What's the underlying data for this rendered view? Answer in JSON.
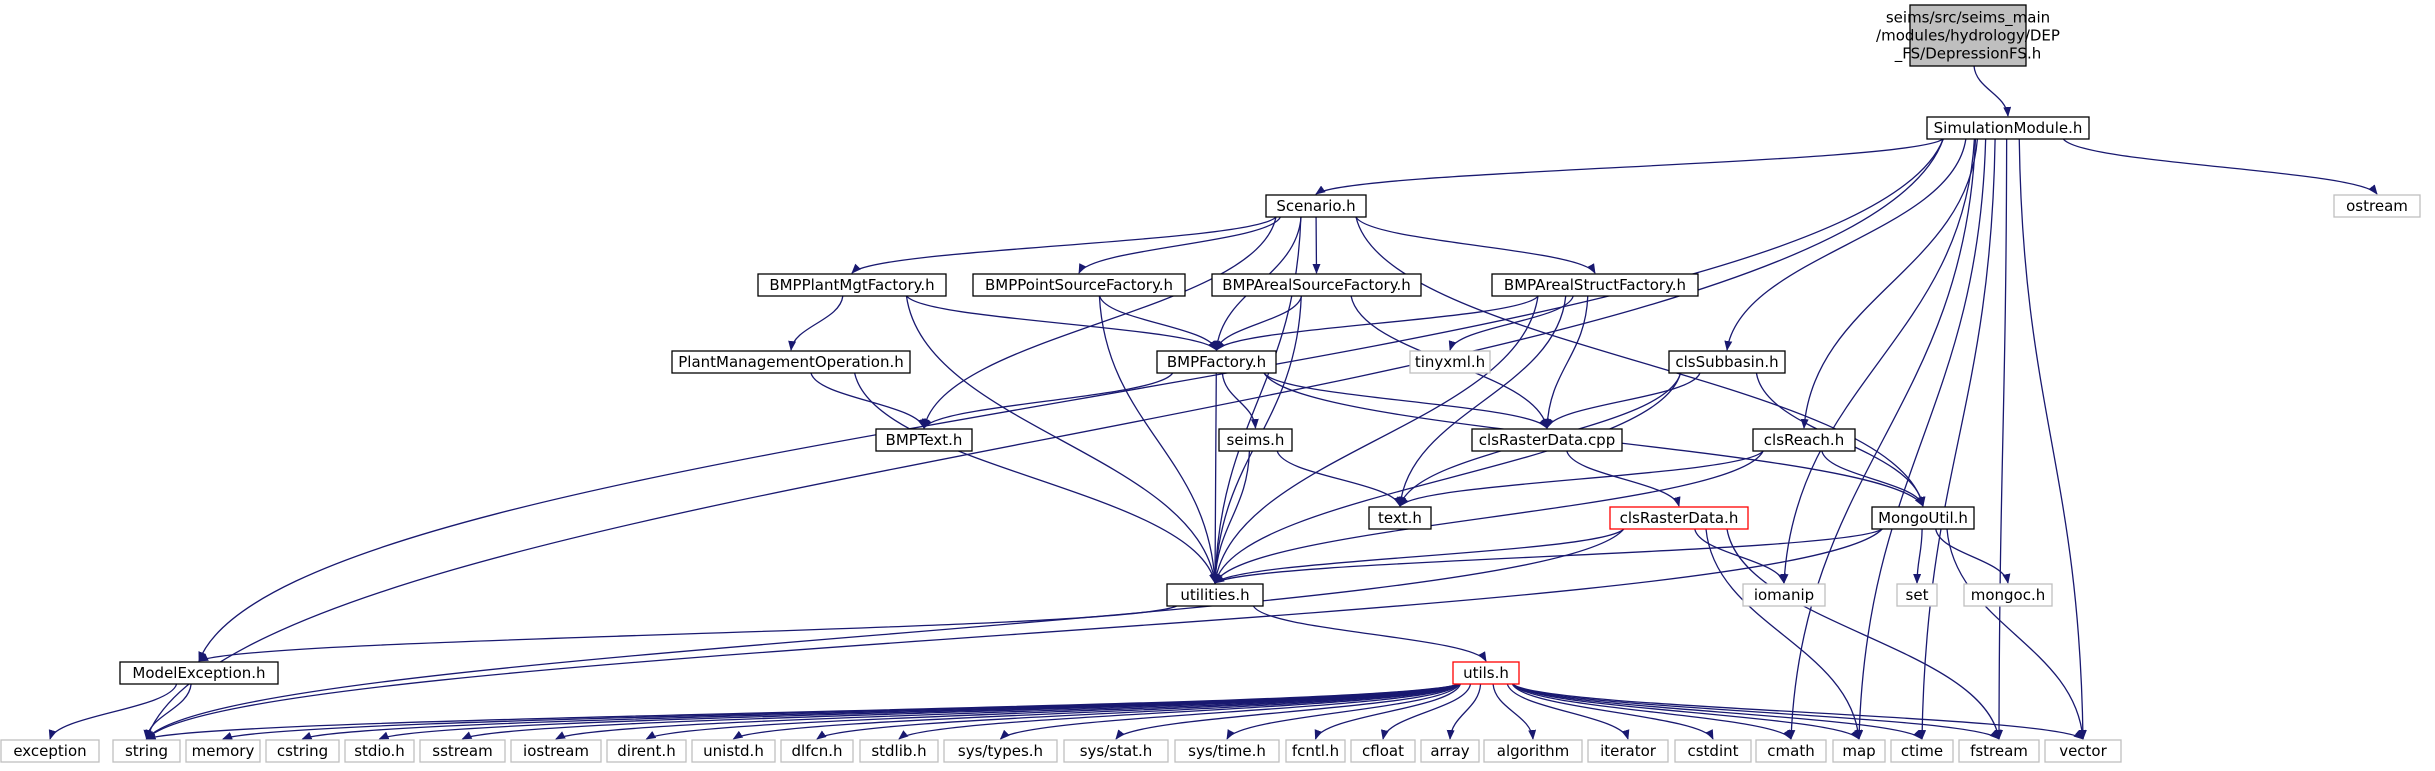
{
  "diagram": {
    "nodes": [
      {
        "id": "DepressionFS",
        "lines": [
          "seims/src/seims_main",
          "/modules/hydrology/DEP",
          "_FS/DepressionFS.h"
        ],
        "style": "root"
      },
      {
        "id": "SimulationModule",
        "lines": [
          "SimulationModule.h"
        ],
        "style": "normal"
      },
      {
        "id": "Scenario",
        "lines": [
          "Scenario.h"
        ],
        "style": "normal"
      },
      {
        "id": "ostream",
        "lines": [
          "ostream"
        ],
        "style": "grey"
      },
      {
        "id": "BMPPlantMgtFactory",
        "lines": [
          "BMPPlantMgtFactory.h"
        ],
        "style": "normal"
      },
      {
        "id": "BMPPointSourceFactory",
        "lines": [
          "BMPPointSourceFactory.h"
        ],
        "style": "normal"
      },
      {
        "id": "BMPArealSourceFactory",
        "lines": [
          "BMPArealSourceFactory.h"
        ],
        "style": "normal"
      },
      {
        "id": "BMPArealStructFactory",
        "lines": [
          "BMPArealStructFactory.h"
        ],
        "style": "normal"
      },
      {
        "id": "PlantManagementOperation",
        "lines": [
          "PlantManagementOperation.h"
        ],
        "style": "normal"
      },
      {
        "id": "BMPFactory",
        "lines": [
          "BMPFactory.h"
        ],
        "style": "normal"
      },
      {
        "id": "tinyxml",
        "lines": [
          "tinyxml.h"
        ],
        "style": "grey"
      },
      {
        "id": "clsSubbasin",
        "lines": [
          "clsSubbasin.h"
        ],
        "style": "normal"
      },
      {
        "id": "BMPText",
        "lines": [
          "BMPText.h"
        ],
        "style": "normal"
      },
      {
        "id": "clsRasterDataCpp",
        "lines": [
          "clsRasterData.cpp"
        ],
        "style": "normal"
      },
      {
        "id": "seims",
        "lines": [
          "seims.h"
        ],
        "style": "normal"
      },
      {
        "id": "clsReach",
        "lines": [
          "clsReach.h"
        ],
        "style": "normal"
      },
      {
        "id": "text",
        "lines": [
          "text.h"
        ],
        "style": "normal"
      },
      {
        "id": "clsRasterDataH",
        "lines": [
          "clsRasterData.h"
        ],
        "style": "red"
      },
      {
        "id": "MongoUtil",
        "lines": [
          "MongoUtil.h"
        ],
        "style": "normal"
      },
      {
        "id": "utilities",
        "lines": [
          "utilities.h"
        ],
        "style": "normal"
      },
      {
        "id": "iomanip",
        "lines": [
          "iomanip"
        ],
        "style": "grey"
      },
      {
        "id": "set",
        "lines": [
          "set"
        ],
        "style": "grey"
      },
      {
        "id": "mongoc",
        "lines": [
          "mongoc.h"
        ],
        "style": "grey"
      },
      {
        "id": "ModelException",
        "lines": [
          "ModelException.h"
        ],
        "style": "normal"
      },
      {
        "id": "utils",
        "lines": [
          "utils.h"
        ],
        "style": "red"
      },
      {
        "id": "exception",
        "lines": [
          "exception"
        ],
        "style": "grey"
      },
      {
        "id": "string",
        "lines": [
          "string"
        ],
        "style": "grey"
      },
      {
        "id": "memory",
        "lines": [
          "memory"
        ],
        "style": "grey"
      },
      {
        "id": "cstring",
        "lines": [
          "cstring"
        ],
        "style": "grey"
      },
      {
        "id": "stdio",
        "lines": [
          "stdio.h"
        ],
        "style": "grey"
      },
      {
        "id": "sstream",
        "lines": [
          "sstream"
        ],
        "style": "grey"
      },
      {
        "id": "iostream",
        "lines": [
          "iostream"
        ],
        "style": "grey"
      },
      {
        "id": "dirent",
        "lines": [
          "dirent.h"
        ],
        "style": "grey"
      },
      {
        "id": "unistd",
        "lines": [
          "unistd.h"
        ],
        "style": "grey"
      },
      {
        "id": "dlfcn",
        "lines": [
          "dlfcn.h"
        ],
        "style": "grey"
      },
      {
        "id": "stdlib",
        "lines": [
          "stdlib.h"
        ],
        "style": "grey"
      },
      {
        "id": "systypes",
        "lines": [
          "sys/types.h"
        ],
        "style": "grey"
      },
      {
        "id": "sysstat",
        "lines": [
          "sys/stat.h"
        ],
        "style": "grey"
      },
      {
        "id": "systime",
        "lines": [
          "sys/time.h"
        ],
        "style": "grey"
      },
      {
        "id": "fcntl",
        "lines": [
          "fcntl.h"
        ],
        "style": "grey"
      },
      {
        "id": "cfloat",
        "lines": [
          "cfloat"
        ],
        "style": "grey"
      },
      {
        "id": "array",
        "lines": [
          "array"
        ],
        "style": "grey"
      },
      {
        "id": "algorithm",
        "lines": [
          "algorithm"
        ],
        "style": "grey"
      },
      {
        "id": "iterator",
        "lines": [
          "iterator"
        ],
        "style": "grey"
      },
      {
        "id": "cstdint",
        "lines": [
          "cstdint"
        ],
        "style": "grey"
      },
      {
        "id": "cmath",
        "lines": [
          "cmath"
        ],
        "style": "grey"
      },
      {
        "id": "map",
        "lines": [
          "map"
        ],
        "style": "grey"
      },
      {
        "id": "ctime",
        "lines": [
          "ctime"
        ],
        "style": "grey"
      },
      {
        "id": "fstream",
        "lines": [
          "fstream"
        ],
        "style": "grey"
      },
      {
        "id": "vector",
        "lines": [
          "vector"
        ],
        "style": "grey"
      }
    ],
    "edges": [
      [
        "DepressionFS",
        "SimulationModule"
      ],
      [
        "SimulationModule",
        "Scenario"
      ],
      [
        "SimulationModule",
        "ostream"
      ],
      [
        "SimulationModule",
        "ModelException"
      ],
      [
        "SimulationModule",
        "string"
      ],
      [
        "SimulationModule",
        "clsSubbasin"
      ],
      [
        "SimulationModule",
        "clsReach"
      ],
      [
        "SimulationModule",
        "iomanip"
      ],
      [
        "SimulationModule",
        "map"
      ],
      [
        "SimulationModule",
        "ctime"
      ],
      [
        "SimulationModule",
        "fstream"
      ],
      [
        "SimulationModule",
        "vector"
      ],
      [
        "SimulationModule",
        "cmath"
      ],
      [
        "Scenario",
        "BMPPlantMgtFactory"
      ],
      [
        "Scenario",
        "BMPPointSourceFactory"
      ],
      [
        "Scenario",
        "BMPArealSourceFactory"
      ],
      [
        "Scenario",
        "BMPArealStructFactory"
      ],
      [
        "Scenario",
        "BMPFactory"
      ],
      [
        "Scenario",
        "BMPText"
      ],
      [
        "Scenario",
        "utilities"
      ],
      [
        "Scenario",
        "MongoUtil"
      ],
      [
        "BMPPlantMgtFactory",
        "PlantManagementOperation"
      ],
      [
        "BMPPlantMgtFactory",
        "BMPFactory"
      ],
      [
        "BMPPlantMgtFactory",
        "utilities"
      ],
      [
        "BMPPointSourceFactory",
        "BMPFactory"
      ],
      [
        "BMPPointSourceFactory",
        "utilities"
      ],
      [
        "BMPArealSourceFactory",
        "BMPFactory"
      ],
      [
        "BMPArealSourceFactory",
        "utilities"
      ],
      [
        "BMPArealSourceFactory",
        "clsRasterDataCpp"
      ],
      [
        "BMPArealStructFactory",
        "BMPFactory"
      ],
      [
        "BMPArealStructFactory",
        "tinyxml"
      ],
      [
        "BMPArealStructFactory",
        "clsRasterDataCpp"
      ],
      [
        "BMPArealStructFactory",
        "text"
      ],
      [
        "BMPArealStructFactory",
        "utilities"
      ],
      [
        "PlantManagementOperation",
        "BMPText"
      ],
      [
        "PlantManagementOperation",
        "utilities"
      ],
      [
        "BMPFactory",
        "BMPText"
      ],
      [
        "BMPFactory",
        "seims"
      ],
      [
        "BMPFactory",
        "clsRasterDataCpp"
      ],
      [
        "BMPFactory",
        "MongoUtil"
      ],
      [
        "BMPFactory",
        "utilities"
      ],
      [
        "clsSubbasin",
        "clsRasterDataCpp"
      ],
      [
        "clsSubbasin",
        "MongoUtil"
      ],
      [
        "clsSubbasin",
        "text"
      ],
      [
        "clsSubbasin",
        "utilities"
      ],
      [
        "clsRasterDataCpp",
        "clsRasterDataH"
      ],
      [
        "seims",
        "text"
      ],
      [
        "seims",
        "utilities"
      ],
      [
        "clsReach",
        "text"
      ],
      [
        "clsReach",
        "MongoUtil"
      ],
      [
        "clsReach",
        "utilities"
      ],
      [
        "clsRasterDataH",
        "utilities"
      ],
      [
        "clsRasterDataH",
        "iomanip"
      ],
      [
        "clsRasterDataH",
        "string"
      ],
      [
        "clsRasterDataH",
        "map"
      ],
      [
        "clsRasterDataH",
        "fstream"
      ],
      [
        "MongoUtil",
        "utilities"
      ],
      [
        "MongoUtil",
        "set"
      ],
      [
        "MongoUtil",
        "mongoc"
      ],
      [
        "MongoUtil",
        "vector"
      ],
      [
        "MongoUtil",
        "string"
      ],
      [
        "utilities",
        "ModelException"
      ],
      [
        "utilities",
        "utils"
      ],
      [
        "ModelException",
        "exception"
      ],
      [
        "ModelException",
        "string"
      ],
      [
        "utils",
        "string"
      ],
      [
        "utils",
        "memory"
      ],
      [
        "utils",
        "cstring"
      ],
      [
        "utils",
        "stdio"
      ],
      [
        "utils",
        "sstream"
      ],
      [
        "utils",
        "iostream"
      ],
      [
        "utils",
        "dirent"
      ],
      [
        "utils",
        "unistd"
      ],
      [
        "utils",
        "dlfcn"
      ],
      [
        "utils",
        "stdlib"
      ],
      [
        "utils",
        "systypes"
      ],
      [
        "utils",
        "sysstat"
      ],
      [
        "utils",
        "systime"
      ],
      [
        "utils",
        "fcntl"
      ],
      [
        "utils",
        "cfloat"
      ],
      [
        "utils",
        "array"
      ],
      [
        "utils",
        "algorithm"
      ],
      [
        "utils",
        "iterator"
      ],
      [
        "utils",
        "cstdint"
      ],
      [
        "utils",
        "cmath"
      ],
      [
        "utils",
        "map"
      ],
      [
        "utils",
        "ctime"
      ],
      [
        "utils",
        "fstream"
      ],
      [
        "utils",
        "vector"
      ]
    ]
  },
  "colors": {
    "edge": "#191970",
    "node_border": "#000000",
    "root_fill": "#bfbfbf",
    "grey_border": "#bfbfbf",
    "red_border": "#ff0000",
    "node_fill": "#ffffff"
  }
}
